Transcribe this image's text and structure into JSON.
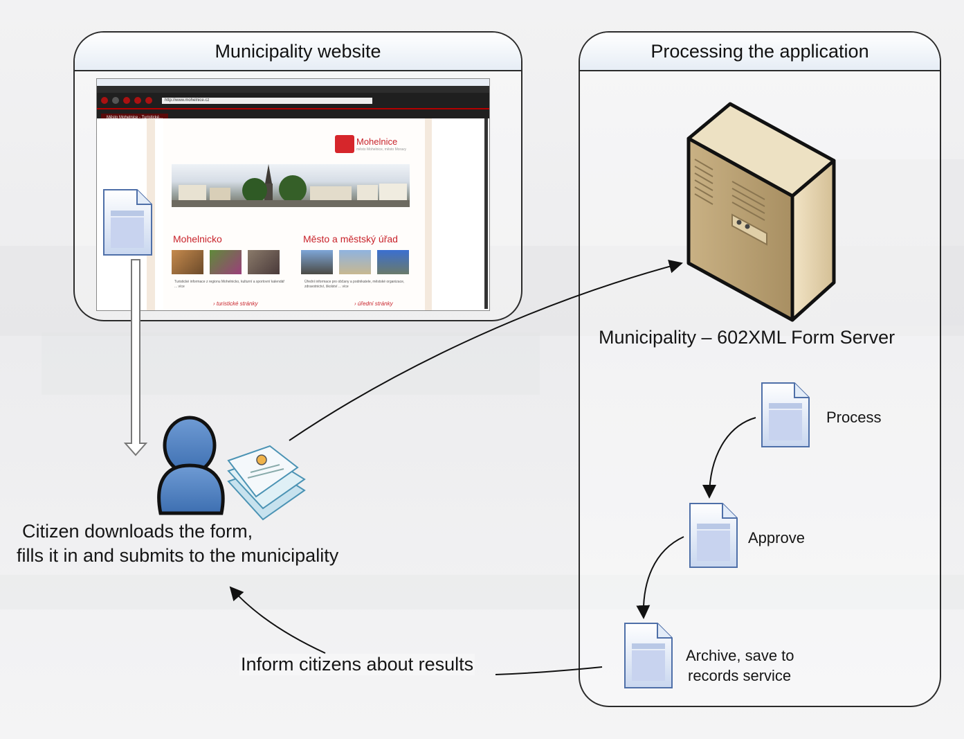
{
  "panels": {
    "website_title": "Municipality website",
    "processing_title": "Processing the application"
  },
  "server_label": "Municipality – 602XML Form Server",
  "citizen": {
    "line1": "Citizen downloads the form,",
    "line2": "fills it in and submits to the municipality"
  },
  "steps": {
    "process": "Process",
    "approve": "Approve",
    "archive_line1": "Archive, save to",
    "archive_line2": "records service"
  },
  "inform_label": "Inform citizens about results",
  "browser": {
    "url": "http://www.mohelnice.cz",
    "tab": "Město Mohelnice - Turistické...",
    "logo_name": "Mohelnice",
    "logo_sub": "město Mohelnice, město Moravy",
    "left_heading": "Mohelnicko",
    "right_heading": "Město a městský úřad",
    "left_text": "Turistické informace z regionu Mohelnicko, kulturní a sportovní kalendář ... více",
    "right_text": "Úřední informace pro občany a podnikatele, městské organizace, zdravotnictví, školství ... více",
    "left_link": "› turistické stránky",
    "right_link": "› úřední stránky"
  }
}
